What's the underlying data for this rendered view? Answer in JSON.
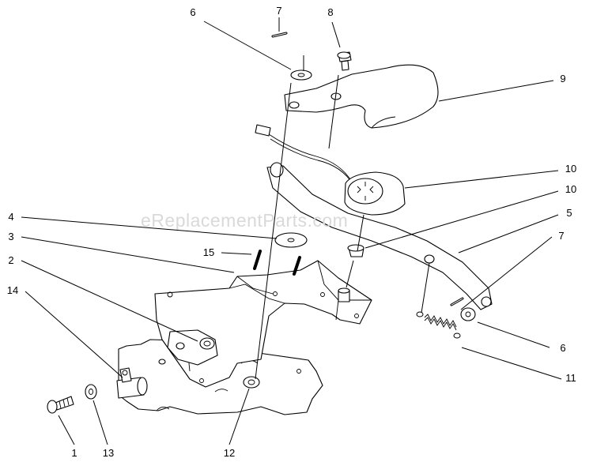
{
  "watermark": "eReplacementParts.com",
  "callouts": [
    {
      "id": "c6a",
      "text": "6"
    },
    {
      "id": "c7a",
      "text": "7"
    },
    {
      "id": "c8",
      "text": "8"
    },
    {
      "id": "c9",
      "text": "9"
    },
    {
      "id": "c10a",
      "text": "10"
    },
    {
      "id": "c10b",
      "text": "10"
    },
    {
      "id": "c5",
      "text": "5"
    },
    {
      "id": "c7b",
      "text": "7"
    },
    {
      "id": "c6b",
      "text": "6"
    },
    {
      "id": "c11",
      "text": "11"
    },
    {
      "id": "c4",
      "text": "4"
    },
    {
      "id": "c3",
      "text": "3"
    },
    {
      "id": "c2",
      "text": "2"
    },
    {
      "id": "c14",
      "text": "14"
    },
    {
      "id": "c15",
      "text": "15"
    },
    {
      "id": "c1",
      "text": "1"
    },
    {
      "id": "c13",
      "text": "13"
    },
    {
      "id": "c12",
      "text": "12"
    }
  ]
}
